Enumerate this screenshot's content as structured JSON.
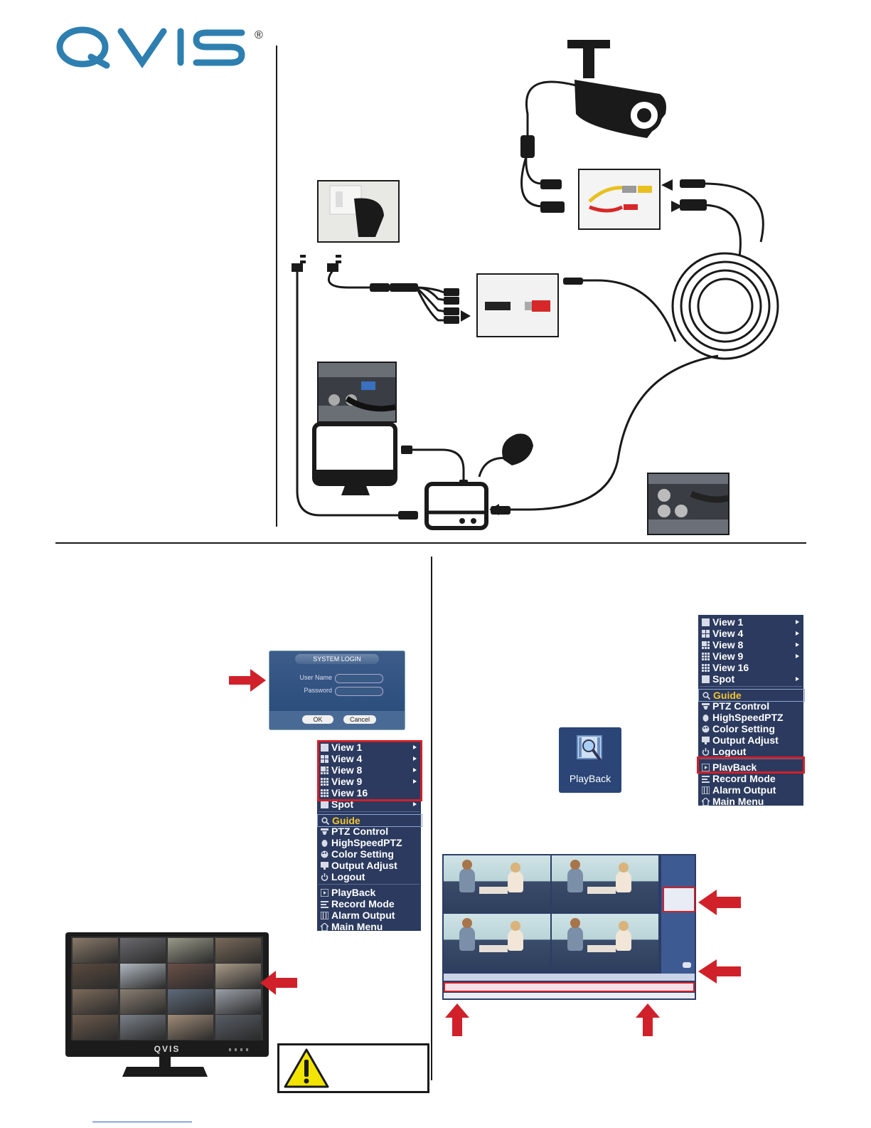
{
  "logo": {
    "text": "QVIS",
    "mark": "®"
  },
  "login_dialog": {
    "title": "SYSTEM LOGIN",
    "user_name_label": "User Name",
    "password_label": "Password",
    "ok_label": "OK",
    "cancel_label": "Cancel"
  },
  "menu_items": [
    {
      "label": "View 1",
      "icon": "view1-icon",
      "submenu": true
    },
    {
      "label": "View 4",
      "icon": "view4-icon",
      "submenu": true
    },
    {
      "label": "View 8",
      "icon": "view8-icon",
      "submenu": true
    },
    {
      "label": "View 9",
      "icon": "view9-icon",
      "submenu": true
    },
    {
      "label": "View 16",
      "icon": "view16-icon",
      "submenu": false
    },
    {
      "label": "Spot",
      "icon": "spot-icon",
      "submenu": true
    },
    {
      "label": "Guide",
      "icon": "search-icon",
      "submenu": false
    },
    {
      "label": "PTZ Control",
      "icon": "ptz-icon",
      "submenu": false
    },
    {
      "label": "HighSpeedPTZ",
      "icon": "dome-icon",
      "submenu": false
    },
    {
      "label": "Color Setting",
      "icon": "palette-icon",
      "submenu": false
    },
    {
      "label": "Output Adjust",
      "icon": "monitor-icon",
      "submenu": false
    },
    {
      "label": "Logout",
      "icon": "power-icon",
      "submenu": false
    },
    {
      "label": "PlayBack",
      "icon": "play-icon",
      "submenu": false
    },
    {
      "label": "Record Mode",
      "icon": "record-icon",
      "submenu": false
    },
    {
      "label": "Alarm Output",
      "icon": "alarm-icon",
      "submenu": false
    },
    {
      "label": "Main Menu",
      "icon": "home-icon",
      "submenu": false
    }
  ],
  "playback_icon": {
    "label": "PlayBack"
  },
  "monitor": {
    "brand": "QVIS"
  },
  "colors": {
    "logo_blue": "#2e7fb0",
    "menu_bg": "#2b3a5e",
    "highlight_red": "#d0202a",
    "guide_gold": "#f4c430"
  }
}
